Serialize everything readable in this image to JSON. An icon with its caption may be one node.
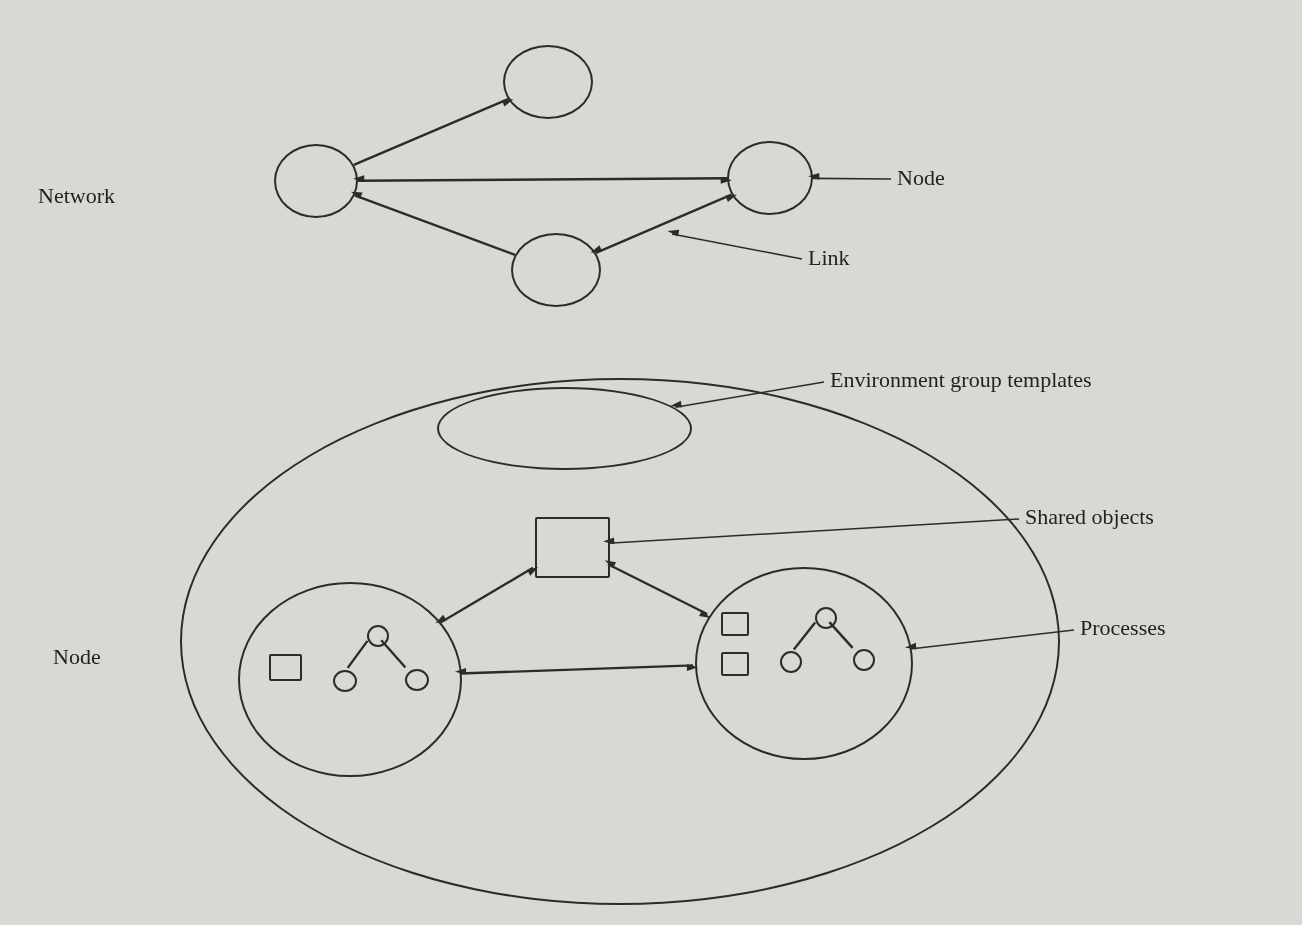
{
  "diagram": {
    "nodes": [
      {
        "text": [],
        "shape": "circle"
      },
      {
        "text": [],
        "shape": "circle"
      },
      {
        "text": [],
        "shape": "circle"
      },
      {
        "text": [],
        "shape": "circle"
      },
      {
        "text": [
          "Node"
        ]
      },
      {
        "text": [
          "Link"
        ]
      },
      {
        "text": [],
        "shape": "ellipse"
      },
      {
        "text": [],
        "shape": "ellipse",
        "in": 6
      },
      {
        "text": [],
        "shape": "box",
        "in": 6
      },
      {
        "text": [],
        "shape": "circle",
        "in": 6
      },
      {
        "text": [],
        "shape": "circle",
        "in": 6
      },
      {
        "text": [],
        "shape": "box",
        "in": 9
      },
      {
        "text": [],
        "shape": "circle",
        "in": 9
      },
      {
        "text": [],
        "shape": "circle",
        "in": 9
      },
      {
        "text": [],
        "shape": "circle",
        "in": 9
      },
      {
        "text": [],
        "shape": "box",
        "in": 10
      },
      {
        "text": [],
        "shape": "box",
        "in": 10
      },
      {
        "text": [],
        "shape": "circle",
        "in": 10
      },
      {
        "text": [],
        "shape": "circle",
        "in": 10
      },
      {
        "text": [],
        "shape": "circle",
        "in": 10
      },
      {
        "text": [
          "Environment group templates"
        ]
      },
      {
        "text": [
          "Shared objects"
        ]
      },
      {
        "text": [
          "Processes"
        ]
      }
    ],
    "edges": [
      {
        "from": 1,
        "to": 0,
        "arrow": "to"
      },
      {
        "from": 1,
        "to": 2,
        "arrow": "both"
      },
      {
        "from": 3,
        "to": 1,
        "arrow": "to"
      },
      {
        "from": 2,
        "to": 3,
        "arrow": "both"
      },
      {
        "from": 4,
        "to": 2,
        "arrow": "to"
      },
      {
        "from": 5,
        "to": null,
        "arrow": "to"
      },
      {
        "from": 8,
        "to": 9,
        "arrow": "both"
      },
      {
        "from": 8,
        "to": 10,
        "arrow": "both"
      },
      {
        "from": 9,
        "to": 10,
        "arrow": "both"
      },
      {
        "from": 12,
        "to": 13,
        "arrow": "none"
      },
      {
        "from": 12,
        "to": 14,
        "arrow": "none"
      },
      {
        "from": 17,
        "to": 18,
        "arrow": "none"
      },
      {
        "from": 17,
        "to": 19,
        "arrow": "none"
      },
      {
        "from": 20,
        "to": 7,
        "arrow": "to"
      },
      {
        "from": 21,
        "to": 8,
        "arrow": "to"
      },
      {
        "from": 22,
        "to": 10,
        "arrow": "to"
      }
    ],
    "labels": [
      "Network",
      "Node"
    ]
  }
}
